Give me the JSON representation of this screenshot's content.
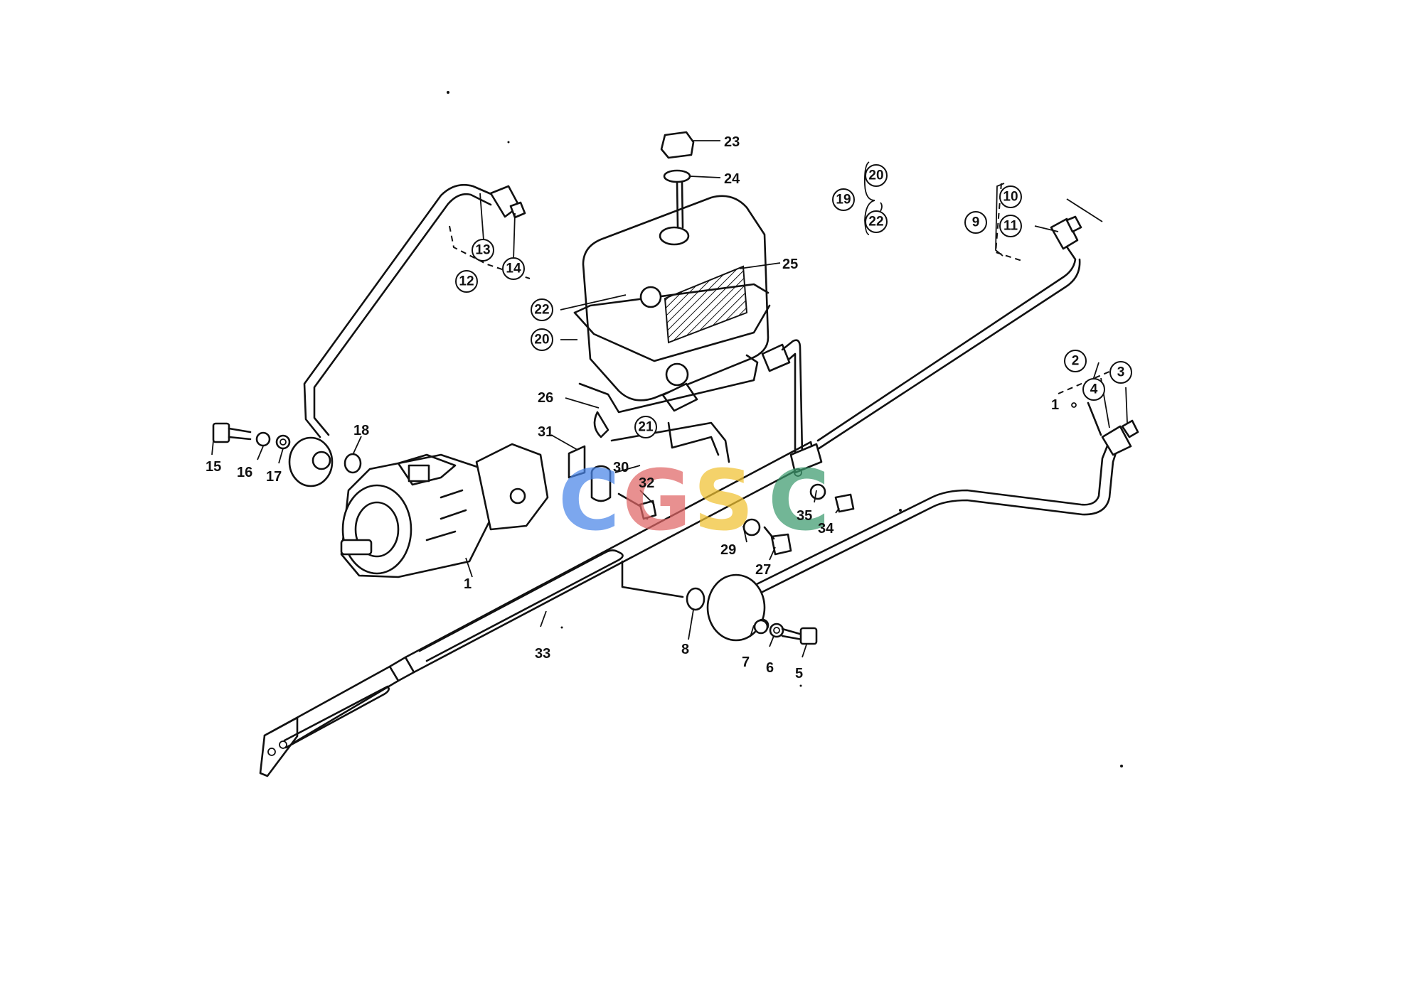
{
  "labels": {
    "p1a": "1",
    "p1b": "1",
    "p2": "2",
    "p3": "3",
    "p4": "4",
    "p5": "5",
    "p6": "6",
    "p7": "7",
    "p8": "8",
    "p9": "9",
    "p10": "10",
    "p11": "11",
    "p12": "12",
    "p13": "13",
    "p14": "14",
    "p15": "15",
    "p16": "16",
    "p17": "17",
    "p18": "18",
    "p19": "19",
    "p20a": "20",
    "p20b": "20",
    "p21": "21",
    "p22a": "22",
    "p22b": "22",
    "p23": "23",
    "p24": "24",
    "p25": "25",
    "p26": "26",
    "p27": "27",
    "p29": "29",
    "p30": "30",
    "p31": "31",
    "p32": "32",
    "p33": "33",
    "p34": "34",
    "p35": "35"
  },
  "watermark": {
    "letters": [
      "C",
      "G",
      "S",
      "C"
    ],
    "colors": [
      "#4a86e8",
      "#e06666",
      "#f1c232",
      "#3c9a6e"
    ]
  }
}
